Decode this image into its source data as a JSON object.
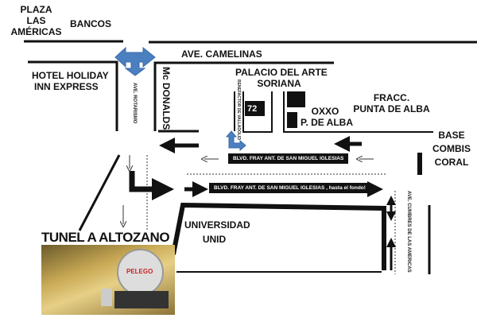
{
  "places": {
    "plaza": [
      "PLAZA",
      "LAS",
      "AMÉRICAS"
    ],
    "bancos": "BANCOS",
    "hotel": [
      "HOTEL HOLIDAY",
      "INN EXPRESS"
    ],
    "mcdonalds": "Mc DONALDS",
    "palacio": [
      "PALACIO DEL ARTE",
      "SORIANA"
    ],
    "oxxo": [
      "OXXO",
      "P. DE ALBA"
    ],
    "fracc": [
      "FRACC.",
      "PUNTA DE ALBA"
    ],
    "base": [
      "BASE",
      "COMBIS",
      "CORAL"
    ],
    "universidad": [
      "UNIVERSIDAD",
      "UNID"
    ],
    "tunel": "TUNEL A ALTOZANO",
    "marker_72": "72"
  },
  "streets": {
    "camelinas": "AVE. CAMELINAS",
    "rotarismo": "AVE. ROTARISMO",
    "benefactor": "BENEFACTOR DE VALLADOLID",
    "blvd1": "BLVD. FRAY ANT. DE SAN MIGUEL IGLESIAS",
    "blvd2": "BLVD. FRAY ANT. DE SAN MIGUEL IGLESIAS , hasta el fondo!",
    "cumbres": "AVE. CUMBRES DE LAS AMERICAS"
  },
  "tunnel_photo": {
    "truck_text": "PELEGO"
  },
  "colors": {
    "arrow_blue": "#4a7fc0",
    "ink": "#111111"
  }
}
